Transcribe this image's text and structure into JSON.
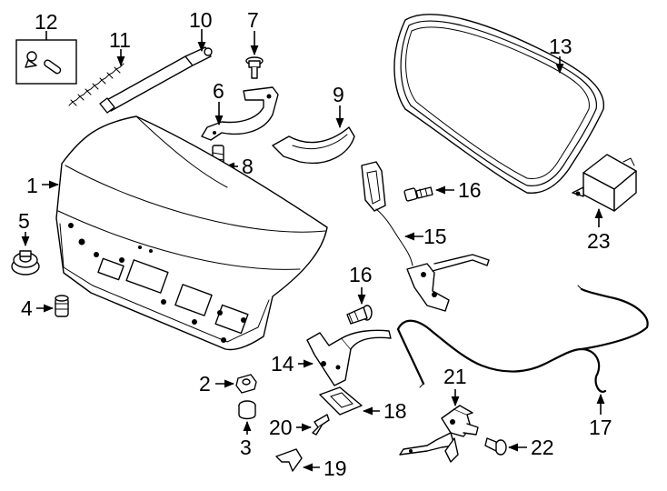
{
  "callouts": [
    {
      "num": "1"
    },
    {
      "num": "2"
    },
    {
      "num": "3"
    },
    {
      "num": "4"
    },
    {
      "num": "5"
    },
    {
      "num": "6"
    },
    {
      "num": "7"
    },
    {
      "num": "8"
    },
    {
      "num": "9"
    },
    {
      "num": "10"
    },
    {
      "num": "11"
    },
    {
      "num": "12"
    },
    {
      "num": "13"
    },
    {
      "num": "14"
    },
    {
      "num": "15"
    },
    {
      "num": "16"
    },
    {
      "num": "16"
    },
    {
      "num": "17"
    },
    {
      "num": "18"
    },
    {
      "num": "19"
    },
    {
      "num": "20"
    },
    {
      "num": "21"
    },
    {
      "num": "22"
    },
    {
      "num": "23"
    }
  ]
}
